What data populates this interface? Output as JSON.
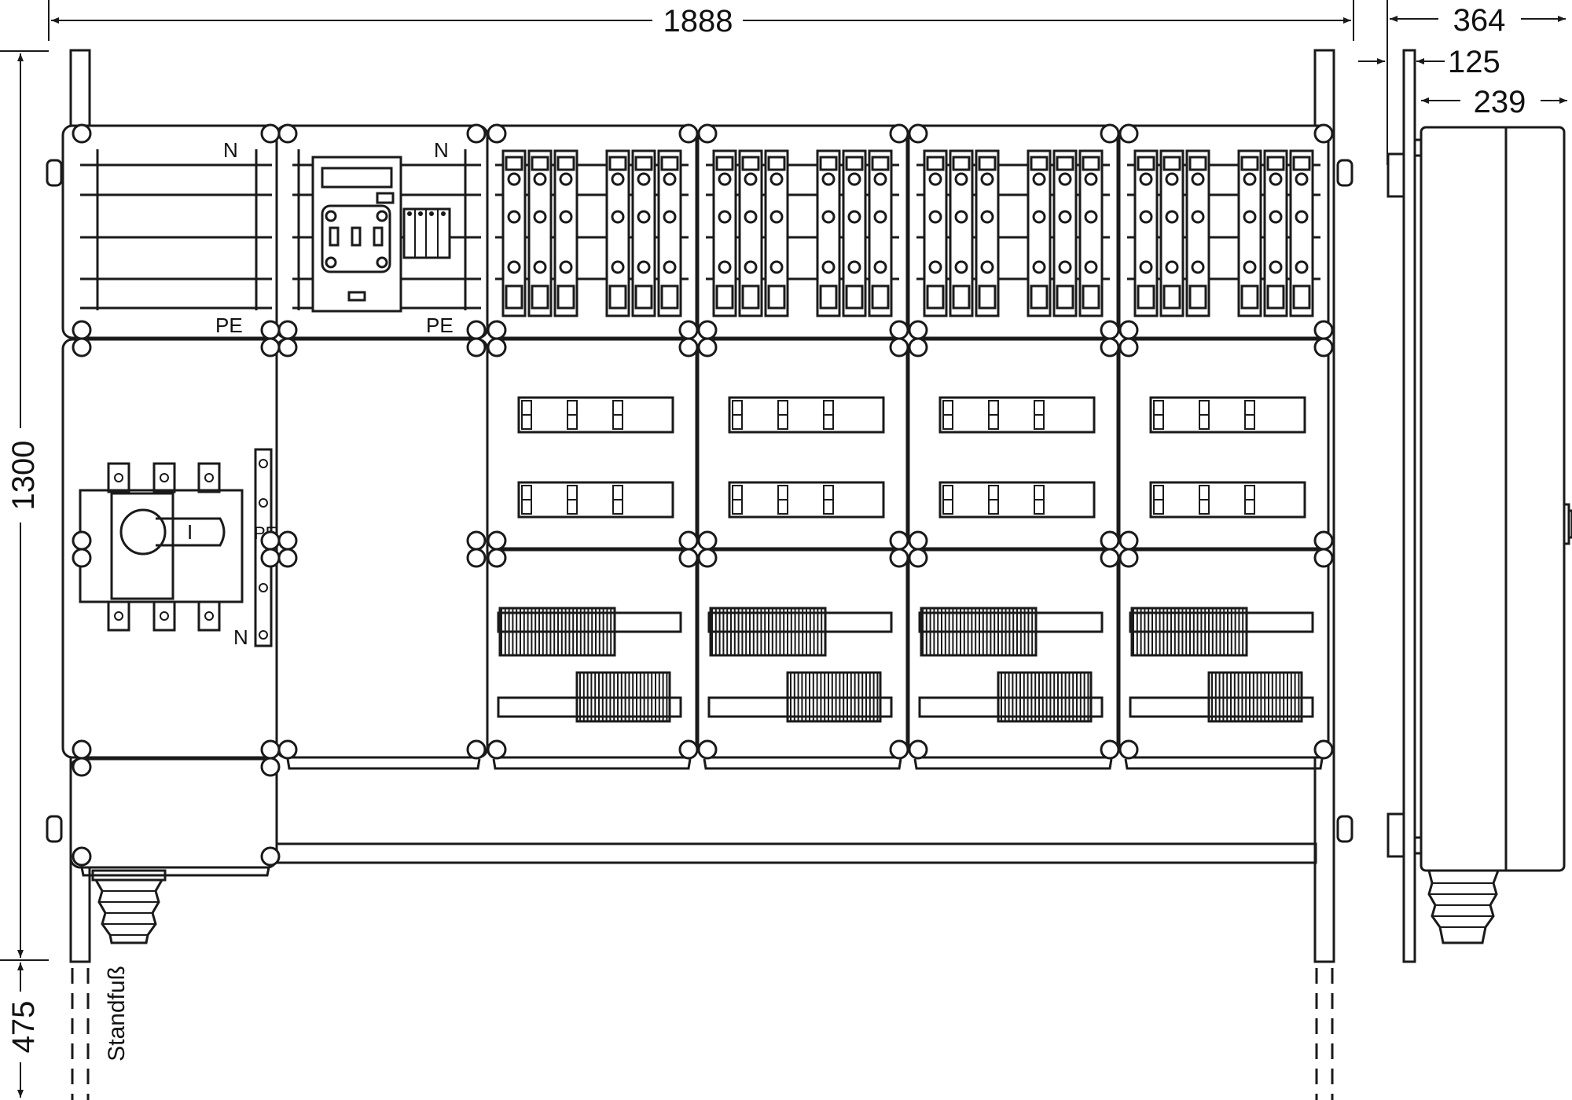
{
  "dimensions": {
    "width": "1888",
    "height": "1300",
    "foot": "475",
    "depth_total": "364",
    "depth_frame": "125",
    "depth_body": "239"
  },
  "labels": {
    "n": "N",
    "pe": "PE",
    "foot": "Standfuß",
    "switch_pos": "I"
  }
}
